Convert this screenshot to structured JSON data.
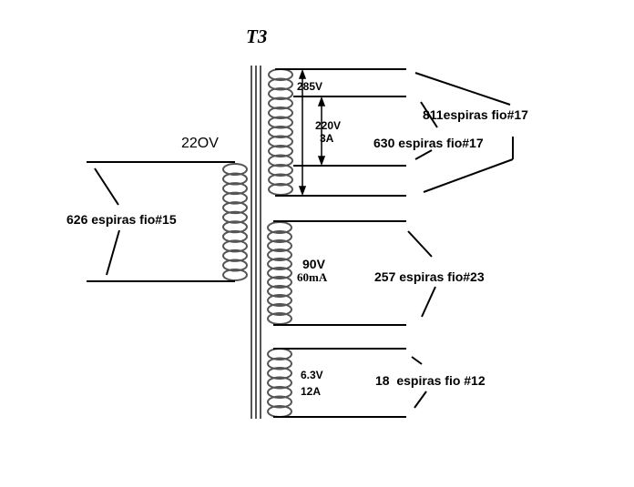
{
  "title": "T3",
  "primary": {
    "voltage": "22OV",
    "turns": "626 espiras fio#15"
  },
  "secondary_hv": {
    "tap_voltage": "285V",
    "voltage": "220V",
    "current": "3A",
    "turns_total": "811espiras fio#17",
    "turns_tap": "630 espiras fio#17"
  },
  "secondary_bias": {
    "voltage": "90V",
    "current": "60mA",
    "turns": "257 espiras fio#23"
  },
  "secondary_filament": {
    "voltage": "6.3V",
    "current": "12A",
    "turns": "18  espiras fio #12"
  },
  "colors": {
    "line": "#000000",
    "coil": "#555555",
    "background": "#ffffff"
  }
}
